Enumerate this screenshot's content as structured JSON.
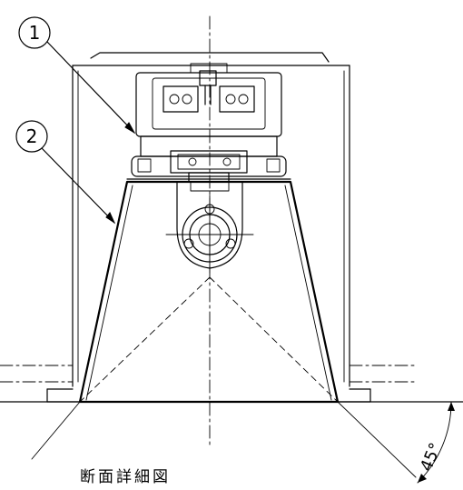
{
  "callouts": [
    {
      "label": "1"
    },
    {
      "label": "2"
    }
  ],
  "angle_label": "45°",
  "caption": "断面詳細図"
}
